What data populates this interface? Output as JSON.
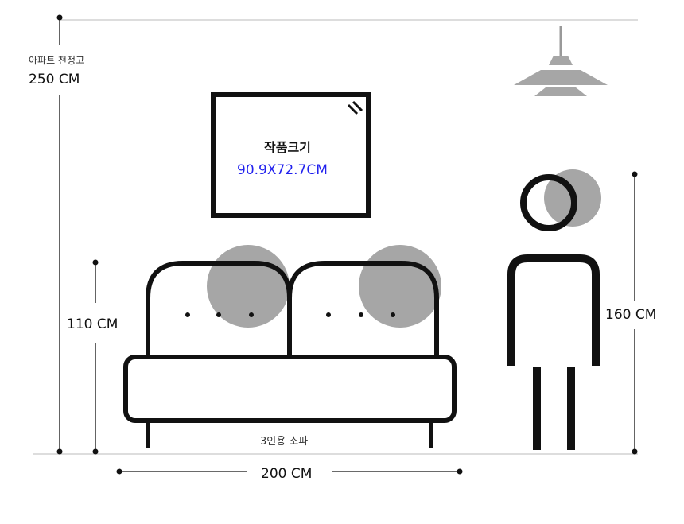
{
  "ceiling": {
    "caption": "아파트 천정고",
    "height": "250 CM"
  },
  "artwork": {
    "title": "작품크기",
    "size": "90.9X72.7CM"
  },
  "sofa": {
    "height": "110 CM",
    "width": "200 CM",
    "caption": "3인용 소파"
  },
  "person": {
    "height": "160 CM"
  },
  "colors": {
    "accent": "#2222ee",
    "stroke": "#111111",
    "shadow": "#a6a6a6",
    "guide": "#bbbbbb"
  }
}
